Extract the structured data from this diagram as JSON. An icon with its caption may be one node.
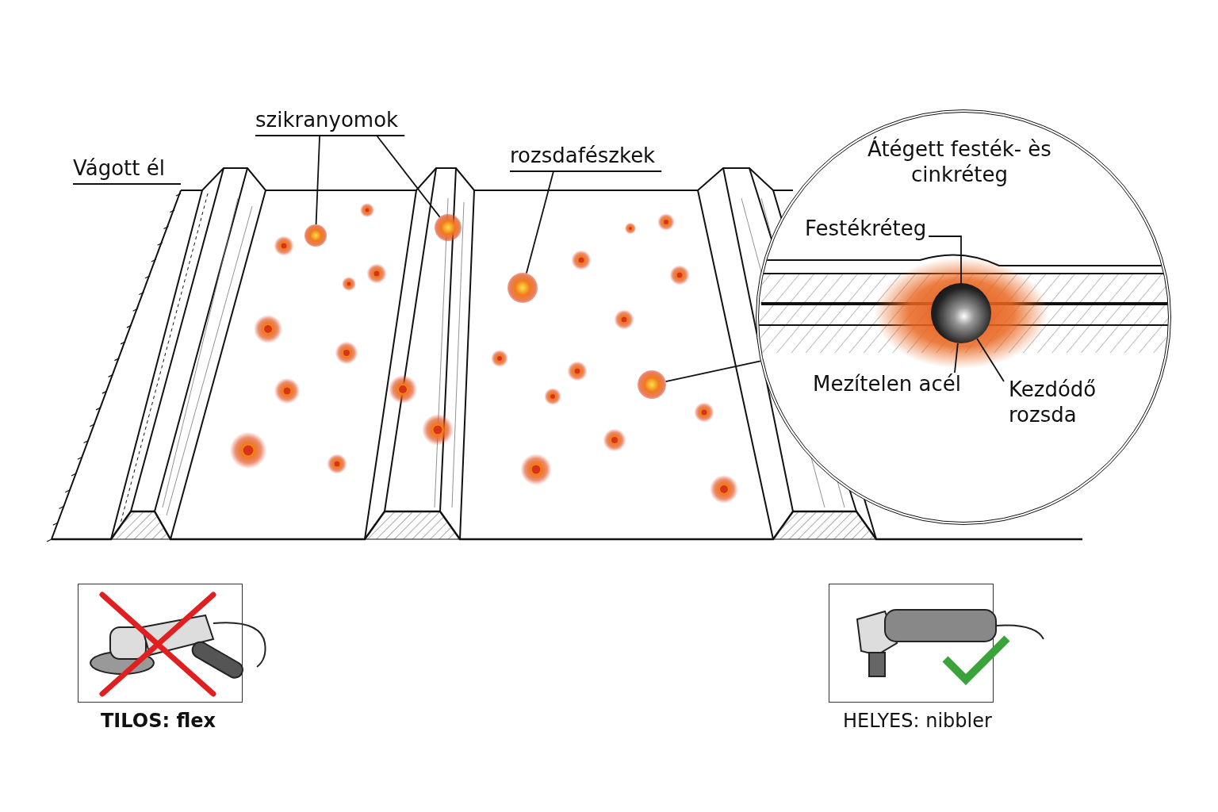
{
  "diagram": {
    "nodes": [
      {
        "text": [
          "szikranyomok"
        ]
      },
      {
        "text": [],
        "shape": "circle"
      },
      {
        "text": [],
        "shape": "circle"
      },
      {
        "text": [
          "rozsdafészkek"
        ]
      },
      {
        "text": [],
        "shape": "circle"
      },
      {
        "text": [
          "Vágott él"
        ]
      },
      {
        "text": [
          "Átégett festék- ès cinkréteg"
        ]
      },
      {
        "text": [
          "Festékréteg"
        ],
        "in": 6
      },
      {
        "text": [
          "Mezítelen acél"
        ],
        "in": 6
      },
      {
        "text": [
          "Kezdódő rozsda"
        ],
        "in": 6
      },
      {
        "text": [],
        "shape": "circle",
        "in": 6
      },
      {
        "text": [],
        "shape": "circle"
      }
    ],
    "edges": [
      {
        "from": 0,
        "to": 1,
        "arrow": "none"
      },
      {
        "from": 0,
        "to": 2,
        "arrow": "none"
      },
      {
        "from": 3,
        "to": 4,
        "arrow": "none"
      },
      {
        "from": 5,
        "to": null,
        "arrow": "none"
      },
      {
        "from": 7,
        "to": 10,
        "arrow": "none"
      },
      {
        "from": 8,
        "to": 10,
        "arrow": "none"
      },
      {
        "from": 9,
        "to": 10,
        "arrow": "none"
      },
      {
        "from": 11,
        "to": 6,
        "arrow": "none"
      }
    ],
    "labels": [
      "TILOS: flex",
      "HELYES: nibbler"
    ]
  }
}
